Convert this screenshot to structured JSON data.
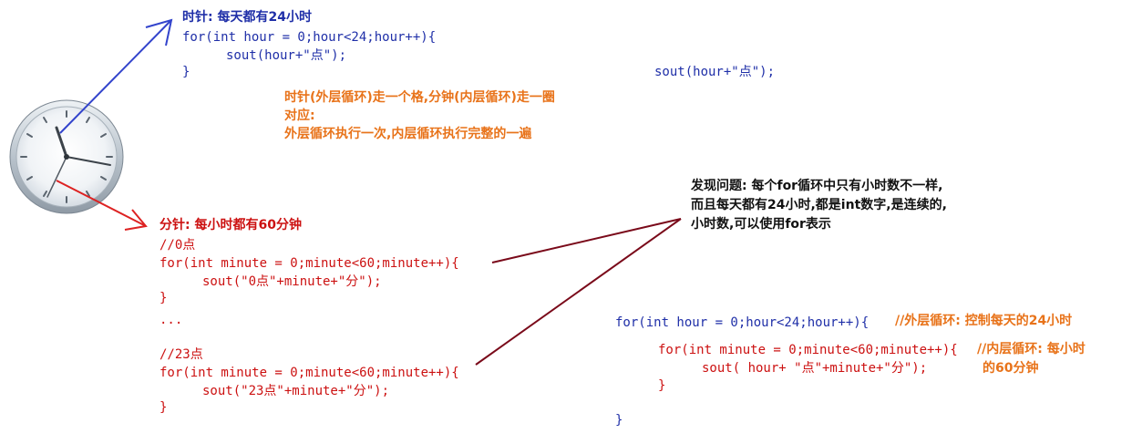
{
  "hour_block": {
    "title": "时针: 每天都有24小时",
    "line1": "for(int hour = 0;hour<24;hour++){",
    "line2": "sout(hour+\"点\");",
    "line3": "}"
  },
  "sout_top_right": "sout(hour+\"点\");",
  "explain": {
    "line1": "时针(外层循环)走一个格,分钟(内层循环)走一圈",
    "line2": "对应:",
    "line3": "外层循环执行一次,内层循环执行完整的一遍"
  },
  "minute_block": {
    "title": "分针: 每小时都有60分钟",
    "c0": "//0点",
    "for0": "for(int minute = 0;minute<60;minute++){",
    "sout0": "sout(\"0点\"+minute+\"分\");",
    "close0": "}",
    "dots": "...",
    "c23": "//23点",
    "for23": "for(int minute = 0;minute<60;minute++){",
    "sout23": "sout(\"23点\"+minute+\"分\");",
    "close23": "}"
  },
  "discovery": {
    "line1": "发现问题: 每个for循环中只有小时数不一样,",
    "line2": "而且每天都有24小时,都是int数字,是连续的,",
    "line3": "小时数,可以使用for表示"
  },
  "nested": {
    "outer_for": "for(int hour = 0;hour<24;hour++){",
    "outer_comment": "//外层循环: 控制每天的24小时",
    "inner_for": "for(int minute = 0;minute<60;minute++){",
    "inner_comment1": "//内层循环: 每小时",
    "inner_comment2": "的60分钟",
    "inner_sout": "sout( hour+ \"点\"+minute+\"分\");",
    "inner_close": "}",
    "outer_close": "}"
  },
  "colors": {
    "blue": "#1f2fa8",
    "red": "#cc1111",
    "orange": "#e8731a",
    "arrow_blue": "#3344cc",
    "arrow_red": "#dd2222",
    "connector": "#7a0a1a"
  },
  "icons": {
    "clock": "clock-icon"
  }
}
